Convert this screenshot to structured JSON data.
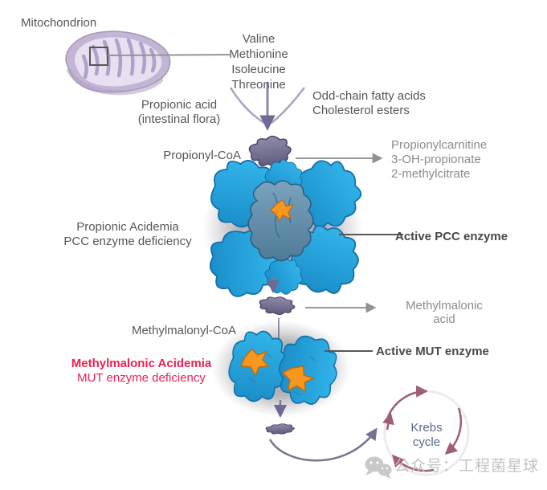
{
  "diagram": {
    "organelle": {
      "label": "Mitochondrion"
    },
    "inputs": {
      "amino_acids": [
        "Valine",
        "Methionine",
        "Isoleucine",
        "Threonine"
      ],
      "propionic_acid": [
        "Propionic acid",
        "(intestinal flora)"
      ],
      "odd_chain": [
        "Odd-chain fatty acids",
        "Cholesterol esters"
      ]
    },
    "step1": {
      "substrate": "Propionyl-CoA",
      "byproducts": [
        "Propionylcarnitine",
        "3-OH-propionate",
        "2-methylcitrate"
      ],
      "enzyme_label": "Active PCC enzyme",
      "disease": [
        "Propionic Acidemia",
        "PCC enzyme deficiency"
      ]
    },
    "step2": {
      "substrate": "Methylmalonyl-CoA",
      "byproducts": [
        "Methylmalonic",
        "acid"
      ],
      "enzyme_label": "Active MUT enzyme",
      "disease": [
        "Methylmalonic Acidemia",
        "MUT enzyme deficiency"
      ]
    },
    "krebs": [
      "Krebs",
      "cycle"
    ]
  },
  "watermark": {
    "source": "公众号：工程菌星球"
  },
  "colors": {
    "accent_red": "#ec2151",
    "enzyme_cyan": "#29abe2",
    "enzyme_core_slate": "#4e7b97",
    "cofactor_orange": "#f7941d",
    "molecule_purple": "#76728f",
    "arrow_gray": "#939598",
    "arrow_purple": "#6f6a94",
    "krebs_maroon": "#a05c79",
    "text_dark": "#55575b",
    "text_gray": "#8a8c8f"
  }
}
